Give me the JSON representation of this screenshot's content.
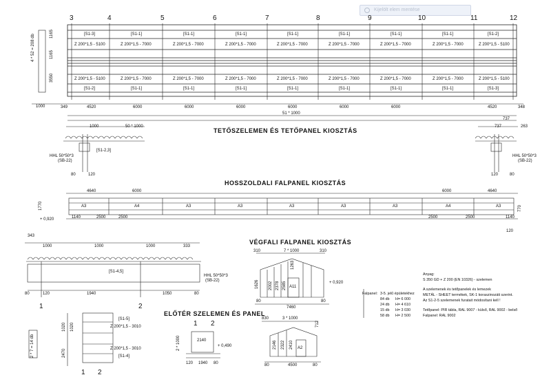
{
  "search": {
    "placeholder": "Kijelölt elem mentése"
  },
  "axes": [
    "3",
    "4",
    "5",
    "6",
    "7",
    "8",
    "9",
    "10",
    "11",
    "12"
  ],
  "roof_plan": {
    "top_tags": [
      "[S1-3]",
      "[S1-1]",
      "[S1-1]",
      "[S1-1]",
      "[S1-1]",
      "[S1-1]",
      "[S1-1]",
      "[S1-1]",
      "[S1-2]"
    ],
    "top_purlins": [
      "Z 200*1,5 - 5100",
      "Z 200*1,5 - 7000",
      "Z 200*1,5 - 7000",
      "Z 200*1,5 - 7000",
      "Z 200*1,5 - 7000",
      "Z 200*1,5 - 7000",
      "Z 200*1,5 - 7000",
      "Z 200*1,5 - 7000",
      "Z 200*1,5 - 5100"
    ],
    "bottom_purlins": [
      "Z 200*1,5 - 5100",
      "Z 200*1,5 - 7000",
      "Z 200*1,5 - 7000",
      "Z 200*1,5 - 7000",
      "Z 200*1,5 - 7000",
      "Z 200*1,5 - 7000",
      "Z 200*1,5 - 7000",
      "Z 200*1,5 - 7000",
      "Z 200*1,5 - 5100"
    ],
    "bottom_tags": [
      "[S1-2]",
      "[S1-1]",
      "[S1-1]",
      "[S1-1]",
      "[S1-1]",
      "[S1-1]",
      "[S1-1]",
      "[S1-1]",
      "[S1-3]"
    ],
    "left_dims": [
      "4 * 52 = 208 db",
      "1165",
      "1165",
      "3550",
      "1000"
    ],
    "bay_dims": [
      "349",
      "4520",
      "6000",
      "6000",
      "6000",
      "6000",
      "6000",
      "6000",
      "4520",
      "348"
    ],
    "total_dim": "51 * 1000",
    "end_dim": "737"
  },
  "roof_section": {
    "title": "TETŐSZELEMEN ÉS TETŐPANEL KIOSZTÁS",
    "left": {
      "d1": "1000",
      "d2": "50 * 1000",
      "tag": "[S1-2,3]",
      "hhl": "HHL 50*50*3",
      "sb": "(SB-22)",
      "b1": "80",
      "b2": "120"
    },
    "right": {
      "d1": "737",
      "d2": "263",
      "hhl": "HHL 50*50*3",
      "sb": "(SB-22)",
      "b1": "120",
      "b2": "80"
    }
  },
  "long_wall": {
    "title": "HOSSZOLDALI FALPANEL KIOSZTÁS",
    "top_dims": [
      "4640",
      "6000",
      "6000",
      "4640"
    ],
    "panels": [
      "A3",
      "A4",
      "A3",
      "A3",
      "A3",
      "A3",
      "A3",
      "A4",
      "A3"
    ],
    "bottom_dims": [
      "1140",
      "2500",
      "2500",
      "2500",
      "2500",
      "1140"
    ],
    "height": "1770",
    "level": "+ 0,920",
    "right_h": "770",
    "right_b": "120"
  },
  "gable_section": {
    "dims_top": [
      "343",
      "1000",
      "1000",
      "1000",
      "333"
    ],
    "tag": "[S1-4,5]",
    "hhl": "HHL 50*50*3",
    "sb": "(SB-22)",
    "dims_bottom": [
      "80",
      "120",
      "1940",
      "1050",
      "80"
    ],
    "axes": [
      "1",
      "2"
    ]
  },
  "end_wall": {
    "title": "VÉGFALI FALPANEL KIOSZTÁS",
    "top": [
      "310",
      "7 * 1000",
      "310"
    ],
    "heights": [
      "1626",
      "2002",
      "2378",
      "2585",
      "1263"
    ],
    "panel": "A11",
    "width": "7460",
    "level": "+ 0,920",
    "bottom": [
      "80",
      "80"
    ]
  },
  "panel_table": {
    "head": "Falpanel:",
    "sub": "3-5. jelű épületekhez",
    "rows": [
      {
        "n": "84 db",
        "h": "H= 6 000"
      },
      {
        "n": "24 db",
        "h": "H= 4 610"
      },
      {
        "n": "15 db",
        "h": "H= 3 030"
      },
      {
        "n": "58 db",
        "h": "H= 2 500"
      }
    ]
  },
  "notes": {
    "lines": [
      "Anyag:",
      "S 350 GD + Z 200 (EN 10326) - szelemen",
      "",
      "A szelemenek és tetőpanelek és lemezek",
      "METÁL - SHEET termékek, SK-1 koraszinozáti szerint.",
      "Az S1-2-5 szelemenek furatait módosítani kell !",
      "",
      "Tetőpanel:  PIR tábla,  RAL 9007 - külső,  RAL 9002 - belső",
      "Falpanel:   RAL 9002"
    ]
  },
  "entry_purlin": {
    "tags": [
      "[S1-5]",
      "Z 200*1,5 - 3010",
      "Z 200*1,5 - 3010",
      "[S1-4]"
    ],
    "dims": [
      "1020",
      "1020",
      "2470",
      "2 * 7 = 14 db"
    ],
    "axes": [
      "1",
      "2"
    ]
  },
  "entry_panel": {
    "title": "ELŐTÉR SZELEMEN ÉS PANEL",
    "axes": [
      "1",
      "2"
    ],
    "value": "2140",
    "h": "2 * 1000",
    "level": "+ 0,490",
    "dims": [
      "120",
      "1940",
      "80"
    ]
  },
  "entry_elev": {
    "top": [
      "830",
      "3 * 1000",
      "712"
    ],
    "heights": [
      "2146",
      "2322",
      "2410"
    ],
    "panel": "A2",
    "bottom": [
      "80",
      "4500",
      "80"
    ]
  }
}
